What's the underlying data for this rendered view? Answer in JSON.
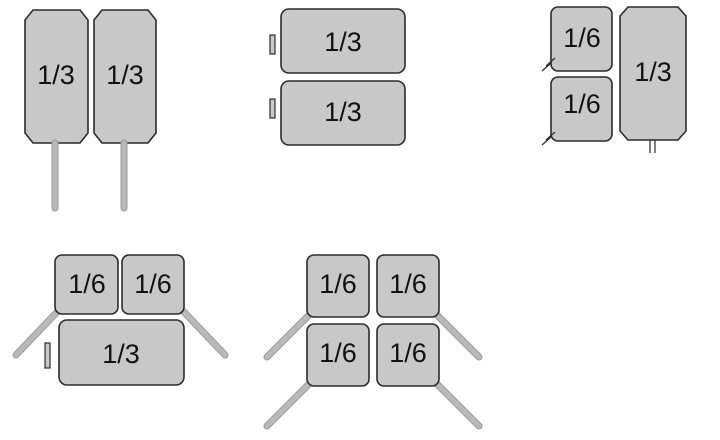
{
  "colors": {
    "pan_fill": "#c8c8c8",
    "pan_stroke": "#2b2b2b",
    "handle": "#b9b9b9",
    "handle_edge": "#9a9a9a",
    "label": "#111111"
  },
  "configurations": [
    {
      "name": "config-two-thirds-vertical",
      "pans": [
        {
          "label": "1/3",
          "handle": "bottom-rod"
        },
        {
          "label": "1/3",
          "handle": "bottom-rod"
        }
      ]
    },
    {
      "name": "config-two-thirds-horizontal",
      "pans": [
        {
          "label": "1/3",
          "handle": "left-tab"
        },
        {
          "label": "1/3",
          "handle": "left-tab"
        }
      ]
    },
    {
      "name": "config-two-sixths-one-third",
      "pans": [
        {
          "label": "1/6",
          "handle": "diagonal-rod"
        },
        {
          "label": "1/6",
          "handle": "diagonal-rod"
        },
        {
          "label": "1/3",
          "handle": "bottom-stub"
        }
      ]
    },
    {
      "name": "config-two-sixths-one-third-horizontal",
      "pans": [
        {
          "label": "1/6",
          "handle": "diagonal-rod"
        },
        {
          "label": "1/6",
          "handle": "diagonal-rod"
        },
        {
          "label": "1/3",
          "handle": "left-tab"
        }
      ]
    },
    {
      "name": "config-four-sixths",
      "pans": [
        {
          "label": "1/6",
          "handle": "diagonal-rod"
        },
        {
          "label": "1/6",
          "handle": "diagonal-rod"
        },
        {
          "label": "1/6",
          "handle": "diagonal-rod"
        },
        {
          "label": "1/6",
          "handle": "diagonal-rod"
        }
      ]
    }
  ]
}
